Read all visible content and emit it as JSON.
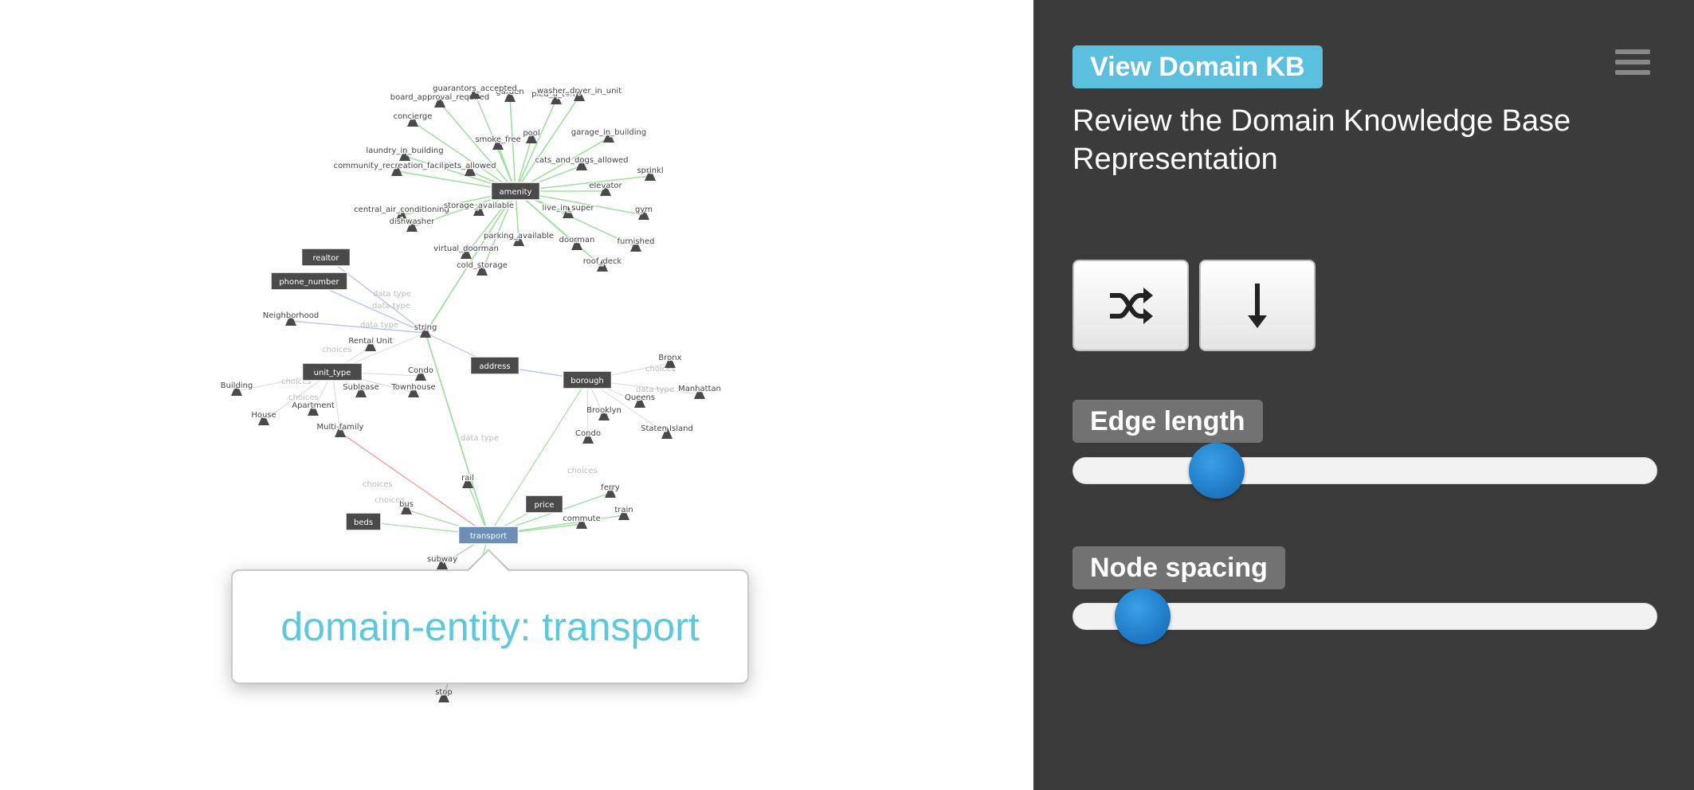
{
  "graph": {
    "nodes": [
      {
        "label": "amenity",
        "type": "entity"
      },
      {
        "label": "realtor",
        "type": "entity"
      },
      {
        "label": "phone_number",
        "type": "entity"
      },
      {
        "label": "unit_type",
        "type": "entity"
      },
      {
        "label": "address",
        "type": "entity"
      },
      {
        "label": "borough",
        "type": "entity"
      },
      {
        "label": "price",
        "type": "entity"
      },
      {
        "label": "beds",
        "type": "entity"
      },
      {
        "label": "transport",
        "type": "entity-selected"
      },
      {
        "label": "board_approval_required",
        "type": "value"
      },
      {
        "label": "concierge",
        "type": "value"
      },
      {
        "label": "laundry_in_building",
        "type": "value"
      },
      {
        "label": "community_recreation_facilities",
        "type": "value"
      },
      {
        "label": "central_air_conditioning",
        "type": "value"
      },
      {
        "label": "dishwasher",
        "type": "value"
      },
      {
        "label": "virtual_doorman",
        "type": "value"
      },
      {
        "label": "cold_storage",
        "type": "value"
      },
      {
        "label": "storage_available",
        "type": "value"
      },
      {
        "label": "parking_available",
        "type": "value"
      },
      {
        "label": "doorman",
        "type": "value"
      },
      {
        "label": "furnished",
        "type": "value"
      },
      {
        "label": "roof_deck",
        "type": "value"
      },
      {
        "label": "pool",
        "type": "value"
      },
      {
        "label": "gym",
        "type": "value"
      },
      {
        "label": "pets_allowed",
        "type": "value"
      },
      {
        "label": "cats_and_dogs_allowed",
        "type": "value"
      },
      {
        "label": "garage_in_building",
        "type": "value"
      },
      {
        "label": "live_in_super",
        "type": "value"
      },
      {
        "label": "elevator",
        "type": "value"
      },
      {
        "label": "sprinkl",
        "type": "value"
      },
      {
        "label": "garden",
        "type": "value"
      },
      {
        "label": "pied_a_terre",
        "type": "value"
      },
      {
        "label": "washer_dryer_in_unit",
        "type": "value"
      },
      {
        "label": "guarantors_accepted",
        "type": "value"
      },
      {
        "label": "smoke_free",
        "type": "value"
      },
      {
        "label": "string",
        "type": "value"
      },
      {
        "label": "Neighborhood",
        "type": "value"
      },
      {
        "label": "Rental Unit",
        "type": "value"
      },
      {
        "label": "Condo",
        "type": "value"
      },
      {
        "label": "Building",
        "type": "value"
      },
      {
        "label": "Apartment",
        "type": "value"
      },
      {
        "label": "Sublease",
        "type": "value"
      },
      {
        "label": "Townhouse",
        "type": "value"
      },
      {
        "label": "House",
        "type": "value"
      },
      {
        "label": "Multi-family",
        "type": "value"
      },
      {
        "label": "Bronx",
        "type": "value"
      },
      {
        "label": "Manhattan",
        "type": "value"
      },
      {
        "label": "Queens",
        "type": "value"
      },
      {
        "label": "Brooklyn",
        "type": "value"
      },
      {
        "label": "Staten Island",
        "type": "value"
      },
      {
        "label": "Condo",
        "type": "value"
      },
      {
        "label": "subway",
        "type": "value"
      },
      {
        "label": "bus",
        "type": "value"
      },
      {
        "label": "rail",
        "type": "value"
      },
      {
        "label": "ferry",
        "type": "value"
      },
      {
        "label": "train",
        "type": "value"
      },
      {
        "label": "commute",
        "type": "value"
      },
      {
        "label": "stop",
        "type": "value"
      }
    ],
    "edge_labels": [
      "data type",
      "data type",
      "data type",
      "choices",
      "choices",
      "choices",
      "choices",
      "data type",
      "data type",
      "choices",
      "choices",
      "choices"
    ]
  },
  "tooltip": {
    "text": "domain-entity: transport"
  },
  "panel": {
    "badge": "View Domain KB",
    "description": "Review the Domain Knowledge Base Representation",
    "shuffle_icon": "shuffle-icon",
    "download_icon": "download-arrow-icon",
    "menu_icon": "hamburger-menu-icon",
    "edge_length_label": "Edge length",
    "edge_length_value": 0.22,
    "node_spacing_label": "Node spacing",
    "node_spacing_value": 0.08
  },
  "colors": {
    "panel_bg": "#3b3b3b",
    "badge_bg": "#5bc0de",
    "tooltip_text": "#5bc8dc",
    "slider_thumb": "#1d76c2",
    "edge_green": "#9fe0a0",
    "edge_blue": "#b8c4f2",
    "edge_red": "#f2a0a0",
    "node_dark": "#4a4a4a"
  }
}
